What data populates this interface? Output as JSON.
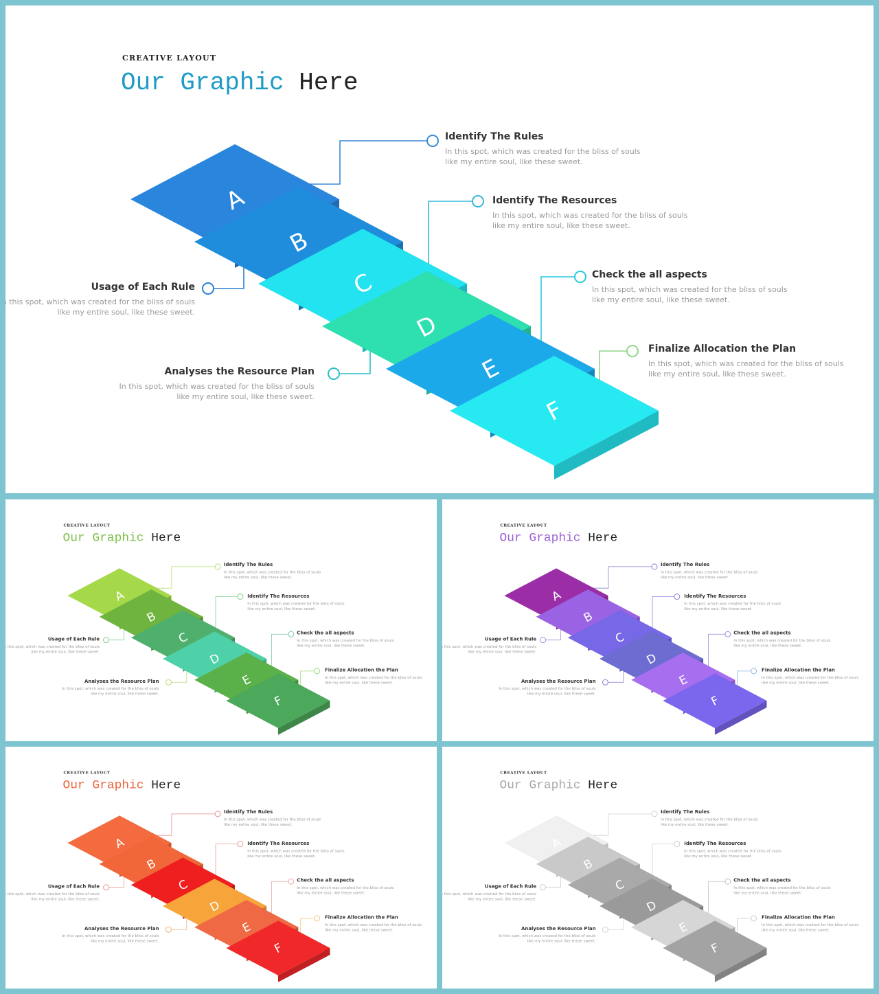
{
  "eyebrow": "CREATIVE LAYOUT",
  "title_accent": "Our Graphic",
  "title_rest": "Here",
  "letters": [
    "A",
    "B",
    "C",
    "D",
    "E",
    "F"
  ],
  "callouts": {
    "rules": {
      "title": "Identify The Rules",
      "desc": "In this spot, which was created for the bliss of souls like my entire soul, like these sweet."
    },
    "resources": {
      "title": "Identify The Resources",
      "desc": "In this spot, which was created for the bliss of souls like my entire soul, like these sweet."
    },
    "aspects": {
      "title": "Check the all aspects",
      "desc": "In this spot, which was created for the bliss of souls like my entire soul, like these sweet."
    },
    "finalize": {
      "title": "Finalize Allocation the Plan",
      "desc": "In this spot, which was created for the bliss of souls like my entire soul, like these sweet."
    },
    "usage": {
      "title": "Usage of Each Rule",
      "desc": "In this spot, which was created for the bliss of souls like my entire soul, like these sweet."
    },
    "analyses": {
      "title": "Analyses the Resource Plan",
      "desc": "In this spot, which was created for the bliss of souls like my entire soul, like these sweet."
    }
  },
  "themes": {
    "main": {
      "accent": "#1e9bc4",
      "blocks": [
        "#2a86dc",
        "#1f8ddb",
        "#22e3ef",
        "#2ee0b0",
        "#1ca9ea",
        "#27e9f2"
      ],
      "lines": [
        "#3a8ad6",
        "#35b7d8",
        "#27c8dd",
        "#8fd68a",
        "#2c7ed0",
        "#28c0c8"
      ]
    },
    "green": {
      "accent": "#7fbf4a",
      "blocks": [
        "#a6d94a",
        "#6fb43f",
        "#4fb06e",
        "#4ed1a8",
        "#5ab049",
        "#4ca85a"
      ],
      "lines": [
        "#b7dc74",
        "#7fcf8f",
        "#7fc8a8",
        "#9bd77a",
        "#7fcd8f",
        "#b8dd78"
      ]
    },
    "purple": {
      "accent": "#9b61d6",
      "blocks": [
        "#9b2ea6",
        "#9a63e3",
        "#7668e6",
        "#6d6dd1",
        "#a86ef0",
        "#7b67ee"
      ],
      "lines": [
        "#8c7dd0",
        "#9784d8",
        "#9c8ad8",
        "#8fb2e3",
        "#a38fdc",
        "#8e7ed3"
      ]
    },
    "orange": {
      "accent": "#ef6540",
      "blocks": [
        "#f36b3f",
        "#f1673a",
        "#ef1f1f",
        "#f7a53a",
        "#ef6a44",
        "#f0282a"
      ],
      "lines": [
        "#e78a86",
        "#e7a09a",
        "#e9a9a3",
        "#f2c27a",
        "#e89a90",
        "#f0b07a"
      ]
    },
    "gray": {
      "accent": "#a8a8a8",
      "blocks": [
        "#f0f0f0",
        "#c9c9c9",
        "#a9a9a9",
        "#9a9a9a",
        "#d6d6d6",
        "#a3a3a3"
      ],
      "lines": [
        "#d0d0d0",
        "#cfcfcf",
        "#bfbfbf",
        "#c8c8c8",
        "#cccccc",
        "#d2d2d2"
      ]
    }
  }
}
